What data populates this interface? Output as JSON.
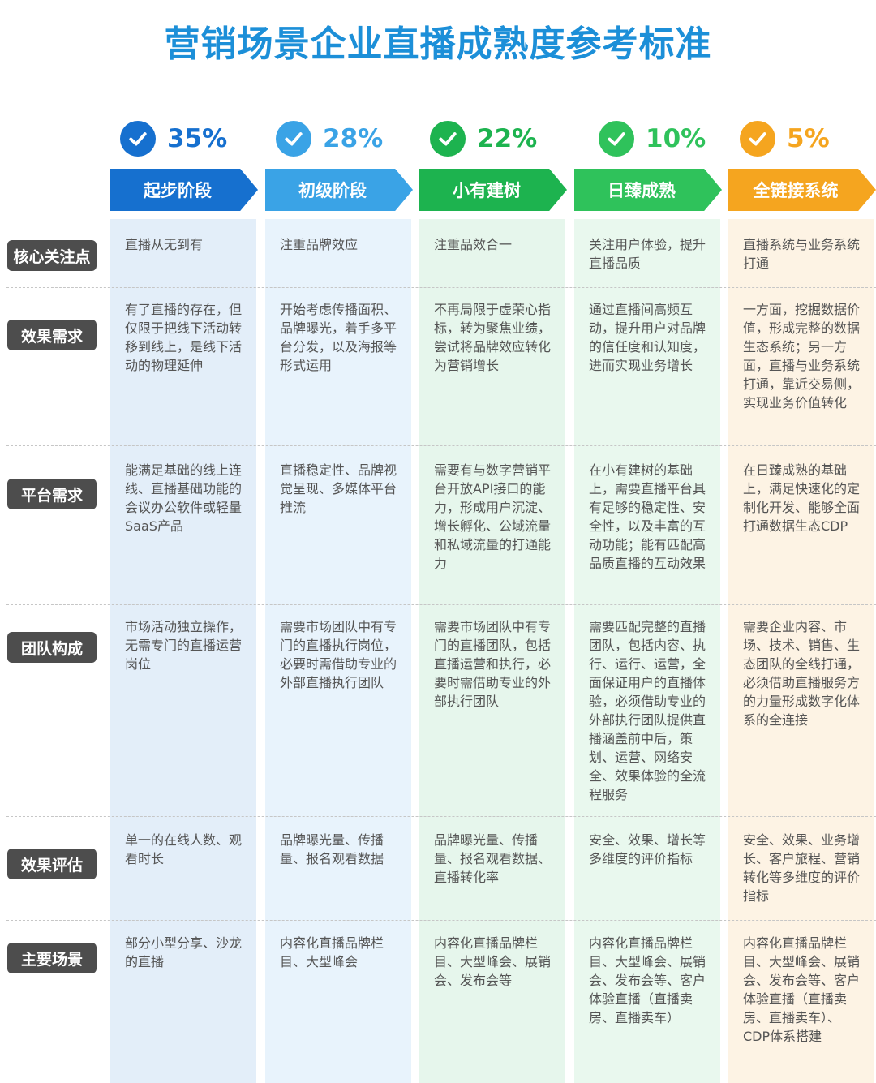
{
  "title": "营销场景企业直播成熟度参考标准",
  "colors": {
    "title": "#1c8fd8",
    "label_bg": "#4d4d4d",
    "stages": [
      "#1670cf",
      "#3aa3e6",
      "#1db34f",
      "#2fc25b",
      "#f5a51f"
    ],
    "column_bg": [
      "#e3eef9",
      "#e8f3fc",
      "#e6f6ec",
      "#e9f8ee",
      "#fdf3e4"
    ]
  },
  "chart_data": {
    "type": "table",
    "stages": [
      {
        "percent": "35%",
        "name": "起步阶段"
      },
      {
        "percent": "28%",
        "name": "初级阶段"
      },
      {
        "percent": "22%",
        "name": "小有建树"
      },
      {
        "percent": "10%",
        "name": "日臻成熟"
      },
      {
        "percent": "5%",
        "name": "全链接系统"
      }
    ],
    "rows": [
      {
        "label": "核心关注点",
        "cells": [
          "直播从无到有",
          "注重品牌效应",
          "注重品效合一",
          "关注用户体验，提升直播品质",
          "直播系统与业务系统打通"
        ]
      },
      {
        "label": "效果需求",
        "cells": [
          "有了直播的存在，但仅限于把线下活动转移到线上，是线下活动的物理延伸",
          "开始考虑传播面积、品牌曝光，着手多平台分发，以及海报等形式运用",
          "不再局限于虚荣心指标，转为聚焦业绩，尝试将品牌效应转化为营销增长",
          "通过直播间高频互动，提升用户对品牌的信任度和认知度，进而实现业务增长",
          "一方面，挖掘数据价值，形成完整的数据生态系统；另一方面，直播与业务系统打通，靠近交易侧，实现业务价值转化"
        ]
      },
      {
        "label": "平台需求",
        "cells": [
          "能满足基础的线上连线、直播基础功能的会议办公软件或轻量SaaS产品",
          "直播稳定性、品牌视觉呈现、多媒体平台推流",
          "需要有与数字营销平台开放API接口的能力，形成用户沉淀、增长孵化、公域流量和私域流量的打通能力",
          "在小有建树的基础上，需要直播平台具有足够的稳定性、安全性，以及丰富的互动功能；能有匹配高品质直播的互动效果",
          "在日臻成熟的基础上，满足快速化的定制化开发、能够全面打通数据生态CDP"
        ]
      },
      {
        "label": "团队构成",
        "cells": [
          "市场活动独立操作，无需专门的直播运营岗位",
          "需要市场团队中有专门的直播执行岗位，必要时需借助专业的外部直播执行团队",
          "需要市场团队中有专门的直播团队，包括直播运营和执行，必要时需借助专业的外部执行团队",
          "需要匹配完整的直播团队，包括内容、执行、运行、运营，全面保证用户的直播体验，必须借助专业的外部执行团队提供直播涵盖前中后，策划、运营、网络安全、效果体验的全流程服务",
          "需要企业内容、市场、技术、销售、生态团队的全线打通，必须借助直播服务方的力量形成数字化体系的全连接"
        ]
      },
      {
        "label": "效果评估",
        "cells": [
          "单一的在线人数、观看时长",
          "品牌曝光量、传播量、报名观看数据",
          "品牌曝光量、传播量、报名观看数据、直播转化率",
          "安全、效果、增长等多维度的评价指标",
          "安全、效果、业务增长、客户旅程、营销转化等多维度的评价指标"
        ]
      },
      {
        "label": "主要场景",
        "cells": [
          "部分小型分享、沙龙的直播",
          "内容化直播品牌栏目、大型峰会",
          "内容化直播品牌栏目、大型峰会、展销会、发布会等",
          "内容化直播品牌栏目、大型峰会、展销会、发布会等、客户体验直播（直播卖房、直播卖车）",
          "内容化直播品牌栏目、大型峰会、展销会、发布会等、客户体验直播（直播卖房、直播卖车）、CDP体系搭建"
        ]
      }
    ]
  }
}
